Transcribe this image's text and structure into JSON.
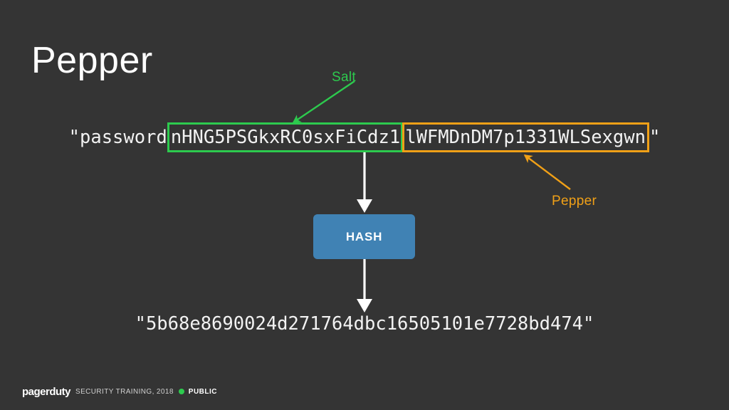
{
  "slide": {
    "title": "Pepper",
    "background_color": "#343434"
  },
  "password_string": {
    "prefix": "\"password",
    "salt": "nHNG5PSGkxRC0sxFiCdz1",
    "pepper": "lWFMDnDM7p1331WLSexgwn",
    "suffix": "\""
  },
  "annotations": {
    "salt": {
      "label": "Salt",
      "color": "#2dca4e"
    },
    "pepper": {
      "label": "Pepper",
      "color": "#f0a017"
    }
  },
  "hash_box": {
    "label": "HASH",
    "color": "#4082b4"
  },
  "hash_output": {
    "value": "\"5b68e8690024d271764dbc16505101e7728bd474\""
  },
  "footer": {
    "logo": "pagerduty",
    "meta": "SECURITY TRAINING, 2018",
    "classification": "PUBLIC",
    "dot_color": "#2dca4e"
  }
}
